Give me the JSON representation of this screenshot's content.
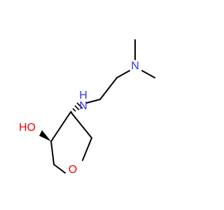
{
  "molecule": {
    "atoms": {
      "n_amine": "N",
      "nh_amine": "N",
      "nh_hydrogen": "H",
      "hydroxyl": "HO",
      "ring_oxygen": "O"
    },
    "colors": {
      "bond": "#000000",
      "nitrogen": "#3333ff",
      "oxygen": "#ff0000"
    }
  }
}
